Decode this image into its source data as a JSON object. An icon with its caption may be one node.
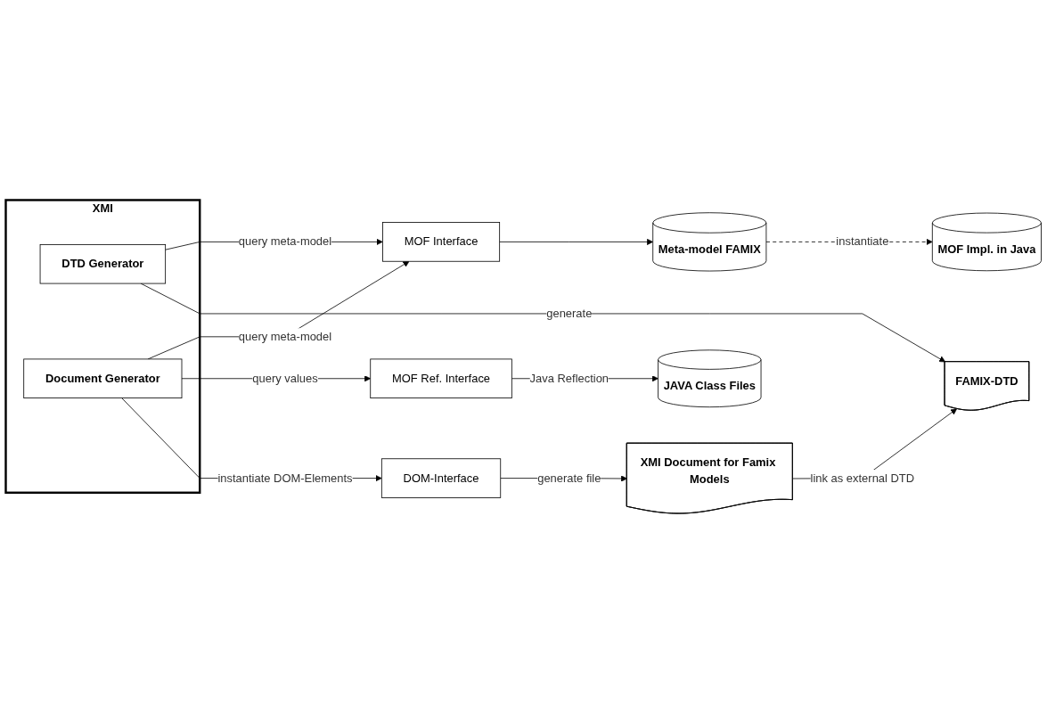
{
  "diagram": {
    "nodes": [
      {
        "text": [
          "MOF Impl. in Java"
        ]
      },
      {
        "text": [
          "Meta-model FAMIX"
        ]
      },
      {
        "text": [
          "MOF Interface"
        ]
      },
      {
        "text": [
          "XMI"
        ]
      },
      {
        "text": [
          "DTD Generator"
        ],
        "in": 3
      },
      {
        "text": [
          "Document Generator"
        ],
        "in": 3
      },
      {
        "text": [
          "FAMIX-DTD"
        ]
      },
      {
        "text": [
          "MOF Ref. Interface"
        ]
      },
      {
        "text": [
          "JAVA Class Files"
        ]
      },
      {
        "text": [
          "DOM-Interface"
        ]
      },
      {
        "text": [
          "XMI Document for Famix Models"
        ]
      }
    ],
    "edges": [
      {
        "from": 1,
        "to": 0,
        "arrow": "to",
        "label": "instantiate",
        "style": "dashed"
      },
      {
        "from": 2,
        "to": 1,
        "arrow": "to"
      },
      {
        "from": 4,
        "to": 2,
        "arrow": "to",
        "label": "query meta-model"
      },
      {
        "from": 4,
        "to": 6,
        "arrow": "to",
        "label": "generate"
      },
      {
        "from": 5,
        "to": 2,
        "arrow": "to",
        "label": "query meta-model"
      },
      {
        "from": 5,
        "to": 7,
        "arrow": "to",
        "label": "query values"
      },
      {
        "from": 7,
        "to": 8,
        "arrow": "to",
        "label": "Java Reflection"
      },
      {
        "from": 5,
        "to": 9,
        "arrow": "to",
        "label": "instantiate DOM-Elements"
      },
      {
        "from": 9,
        "to": 10,
        "arrow": "to",
        "label": "generate file"
      },
      {
        "from": 10,
        "to": 6,
        "arrow": "to",
        "label": "link as external DTD"
      }
    ]
  }
}
